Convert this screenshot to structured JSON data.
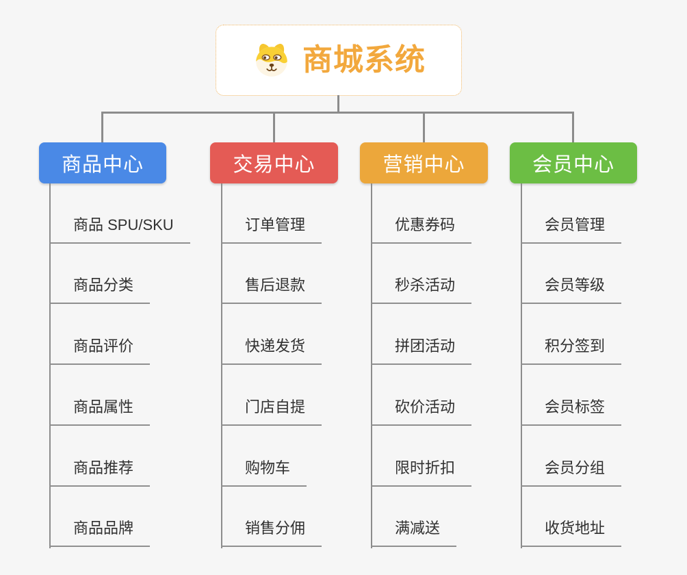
{
  "canvas": {
    "background": "#f6f6f6",
    "connector_color": "#8c8c8c",
    "underline_color": "#8f8f8f"
  },
  "root": {
    "label": "商城系统",
    "icon": "dog-face-icon",
    "text_color": "#f2a83d",
    "border_color": "#f0b45f"
  },
  "branches": [
    {
      "label": "商品中心",
      "color": "#4a89e6",
      "children": [
        "商品 SPU/SKU",
        "商品分类",
        "商品评价",
        "商品属性",
        "商品推荐",
        "商品品牌"
      ]
    },
    {
      "label": "交易中心",
      "color": "#e45b55",
      "children": [
        "订单管理",
        "售后退款",
        "快递发货",
        "门店自提",
        "购物车",
        "销售分佣"
      ]
    },
    {
      "label": "营销中心",
      "color": "#eca73b",
      "children": [
        "优惠券码",
        "秒杀活动",
        "拼团活动",
        "砍价活动",
        "限时折扣",
        "满减送"
      ]
    },
    {
      "label": "会员中心",
      "color": "#6cbe44",
      "children": [
        "会员管理",
        "会员等级",
        "积分签到",
        "会员标签",
        "会员分组",
        "收货地址"
      ]
    }
  ]
}
